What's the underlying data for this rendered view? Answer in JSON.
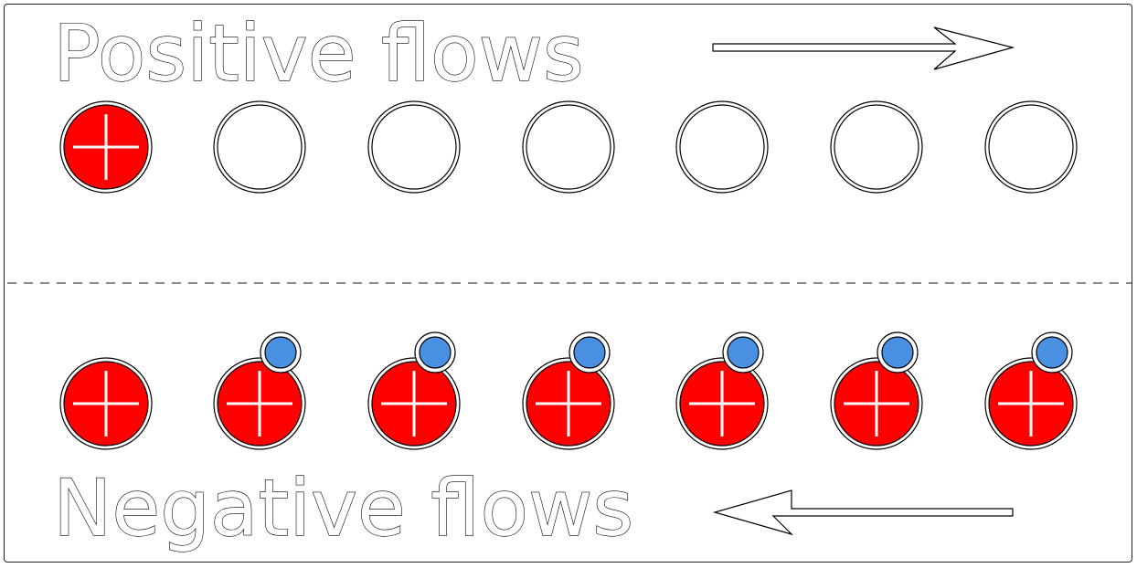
{
  "labels": {
    "positive": "Positive flows",
    "negative": "Negative flows"
  },
  "colors": {
    "plus_fill": "#ff0000",
    "dot_fill": "#4a90e2",
    "outline": "#000000",
    "background": "#ffffff"
  },
  "rows": {
    "positive": {
      "slots": [
        "plus",
        "empty",
        "empty",
        "empty",
        "empty",
        "empty",
        "empty"
      ],
      "direction": "right"
    },
    "negative": {
      "slots": [
        "plus",
        "plus+dot",
        "plus+dot",
        "plus+dot",
        "plus+dot",
        "plus+dot",
        "plus+dot"
      ],
      "direction": "left"
    }
  }
}
